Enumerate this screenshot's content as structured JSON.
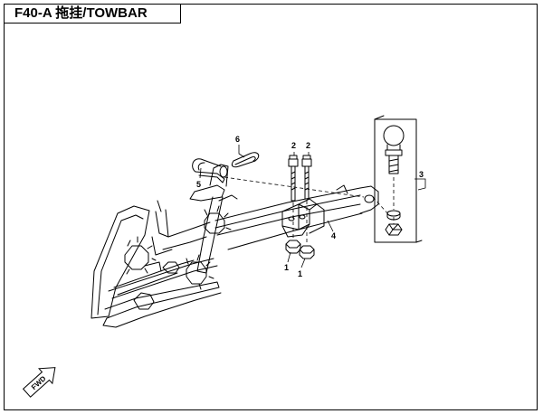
{
  "header": {
    "title": "F40-A 拖挂/TOWBAR"
  },
  "callouts": [
    {
      "id": "c1a",
      "label": "1"
    },
    {
      "id": "c1b",
      "label": "1"
    },
    {
      "id": "c2a",
      "label": "2"
    },
    {
      "id": "c2b",
      "label": "2"
    },
    {
      "id": "c3",
      "label": "3"
    },
    {
      "id": "c4",
      "label": "4"
    },
    {
      "id": "c5",
      "label": "5"
    },
    {
      "id": "c6",
      "label": "6"
    }
  ],
  "direction_arrow": {
    "label": "FWD"
  }
}
